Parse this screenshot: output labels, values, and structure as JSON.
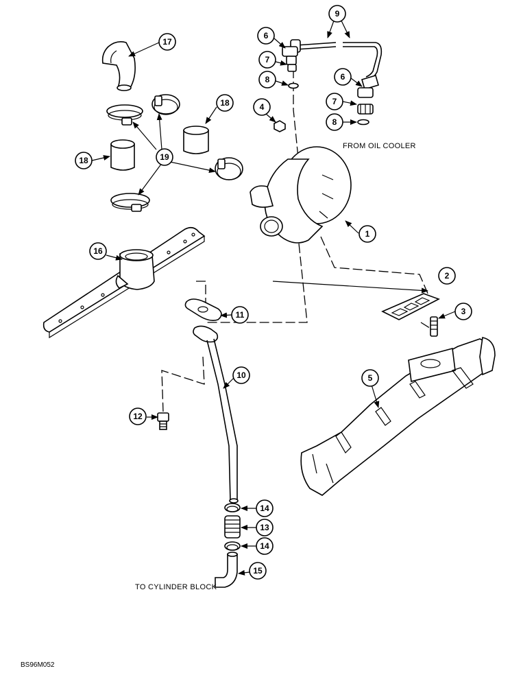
{
  "callouts": [
    "1",
    "2",
    "3",
    "4",
    "5",
    "6",
    "7",
    "8",
    "9",
    "10",
    "11",
    "12",
    "13",
    "14",
    "15",
    "16",
    "17",
    "18",
    "19"
  ],
  "notes": {
    "from_oil_cooler": "FROM OIL COOLER",
    "to_cylinder_block": "TO CYLINDER BLOCK",
    "figure_code": "BS96M052"
  }
}
